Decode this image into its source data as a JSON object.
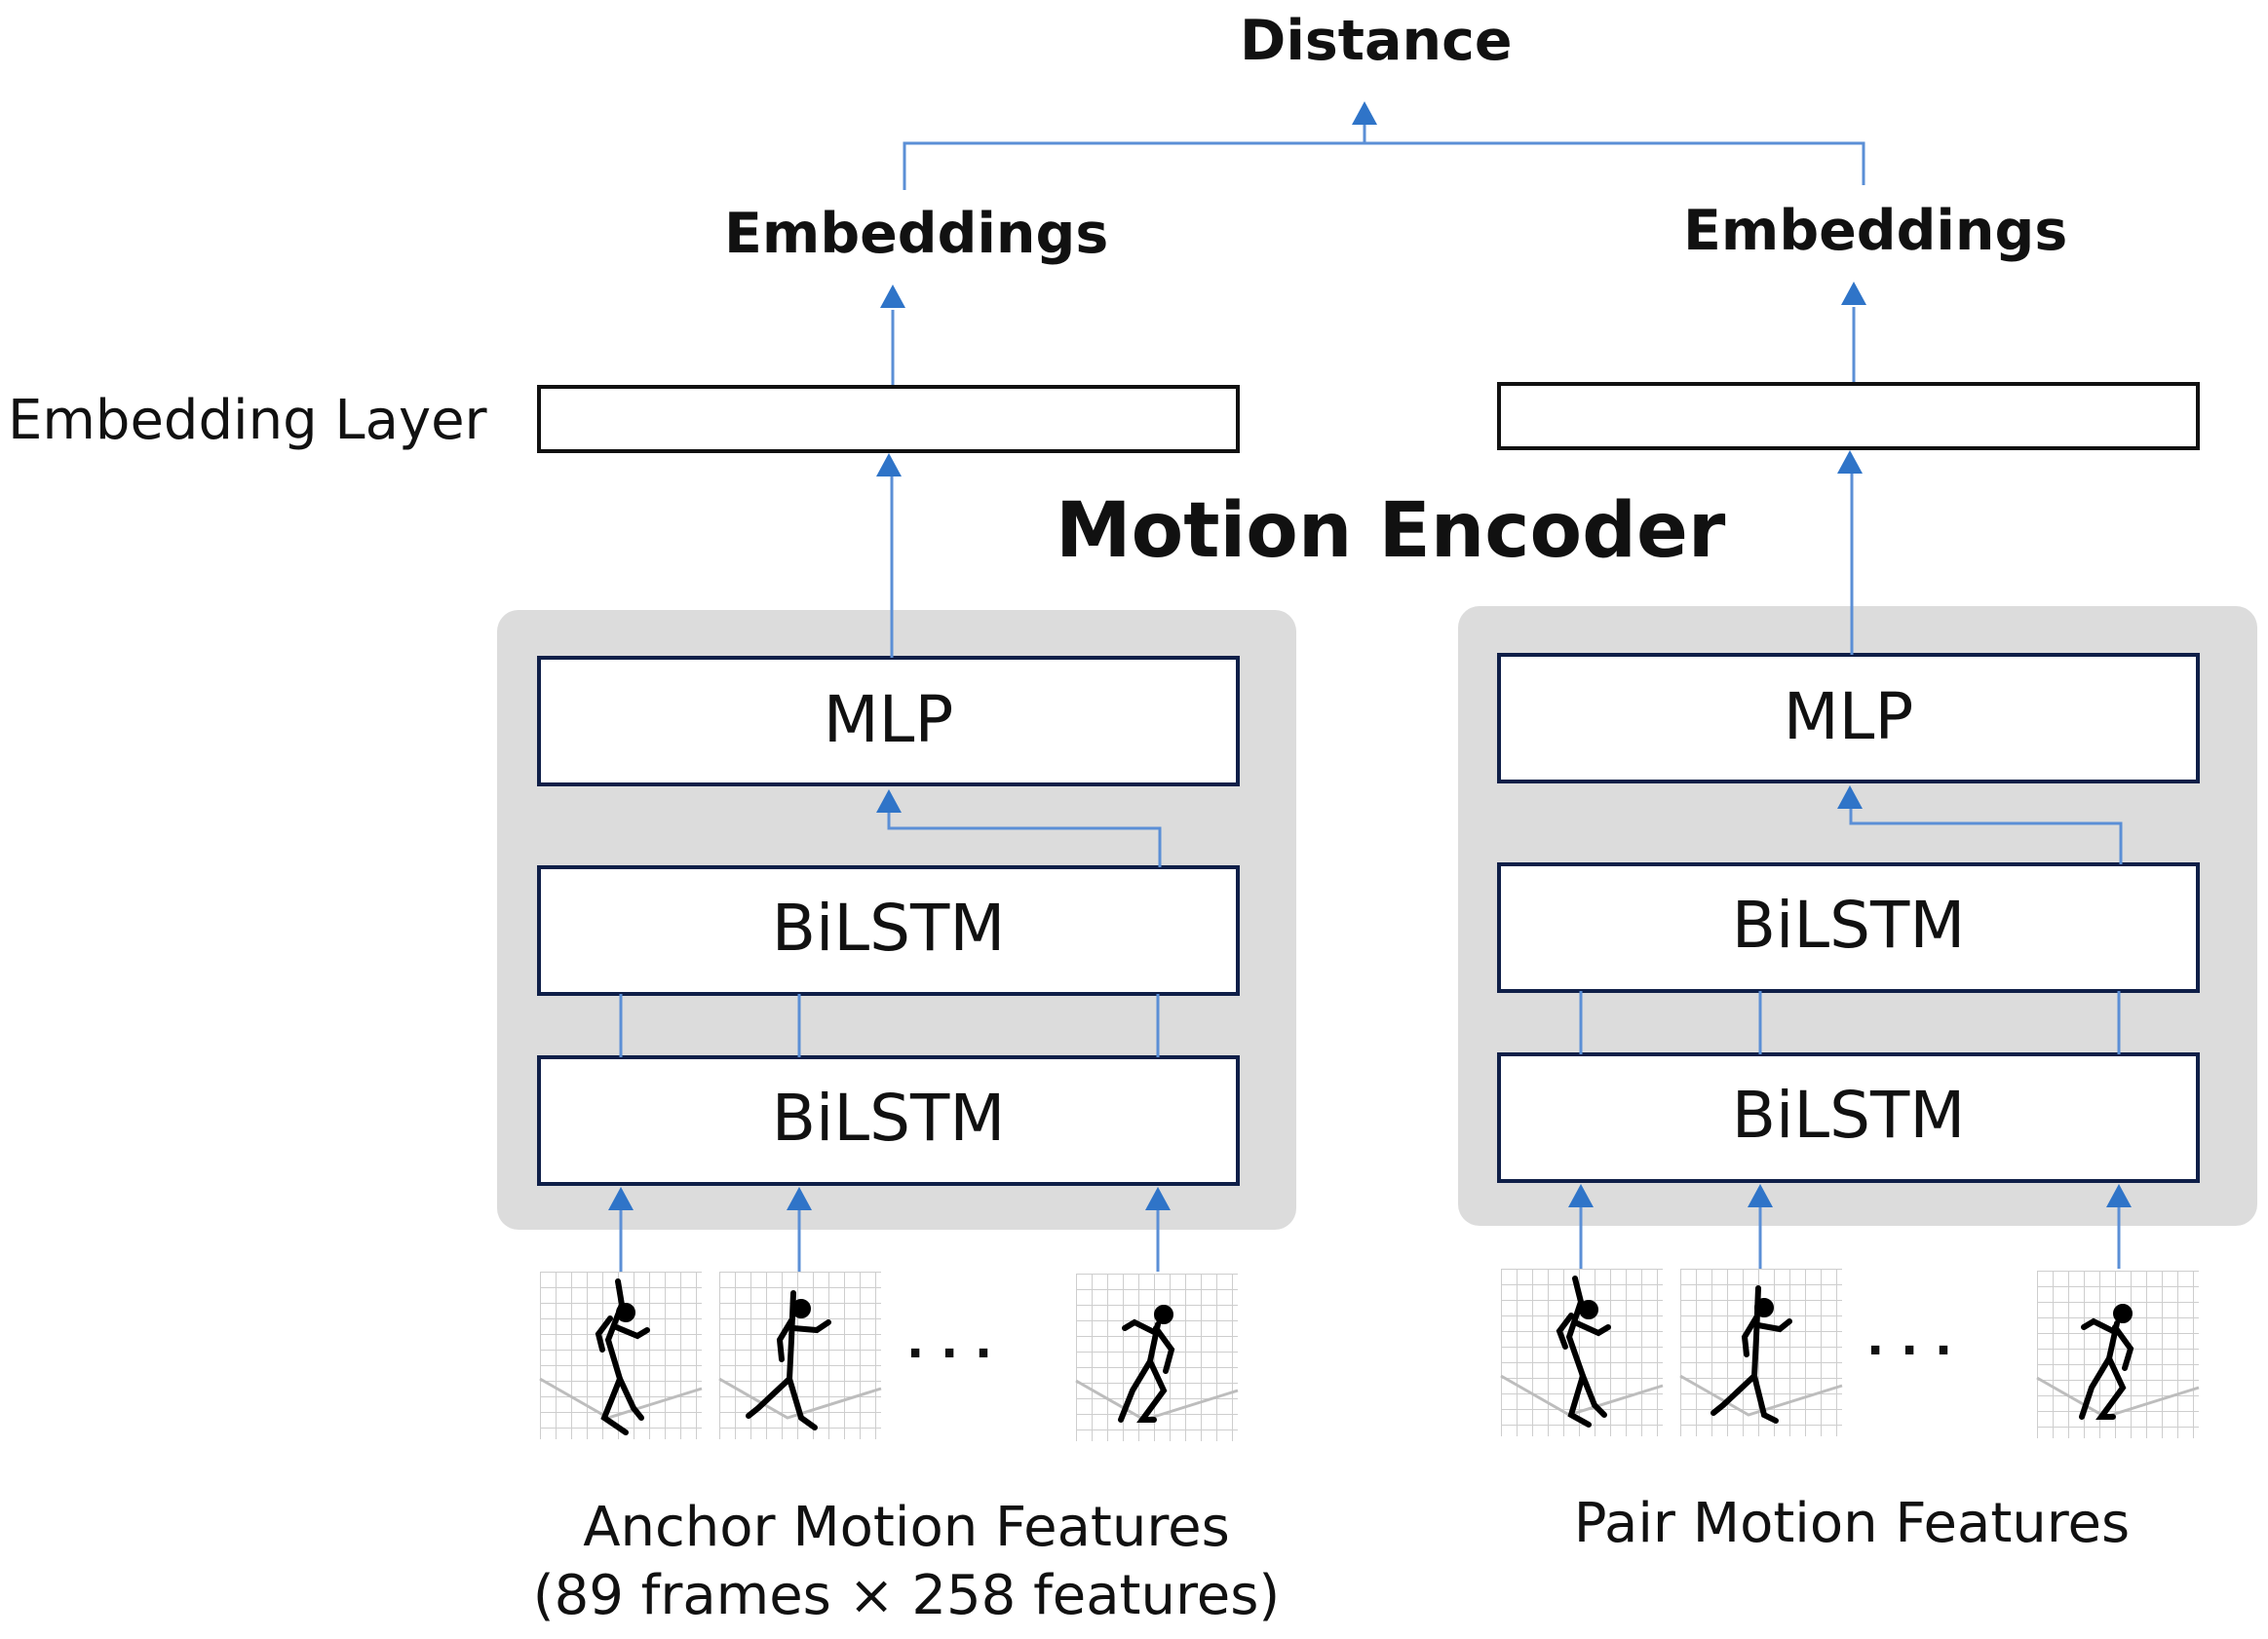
{
  "top": {
    "distance_label": "Distance"
  },
  "embeddings": {
    "left_label": "Embeddings",
    "right_label": "Embeddings"
  },
  "embedding_layer_label": "Embedding Layer",
  "encoder_title": "Motion Encoder",
  "left_encoder": {
    "mlp": "MLP",
    "bilstm_top": "BiLSTM",
    "bilstm_bottom": "BiLSTM"
  },
  "right_encoder": {
    "mlp": "MLP",
    "bilstm_top": "BiLSTM",
    "bilstm_bottom": "BiLSTM"
  },
  "frames_ellipsis": "· · ·",
  "captions": {
    "left_line1": "Anchor Motion Features",
    "left_line2": "(89 frames × 258 features)",
    "right_line1": "Pair Motion Features"
  },
  "colors": {
    "arrow": "#2f74c8",
    "encoder_bg": "#dcdcdc",
    "box_border": "#0f1f48",
    "layer_border": "#111111"
  },
  "icons": {
    "frame": "stick-figure-frame-icon",
    "arrow": "arrow-up-icon"
  }
}
